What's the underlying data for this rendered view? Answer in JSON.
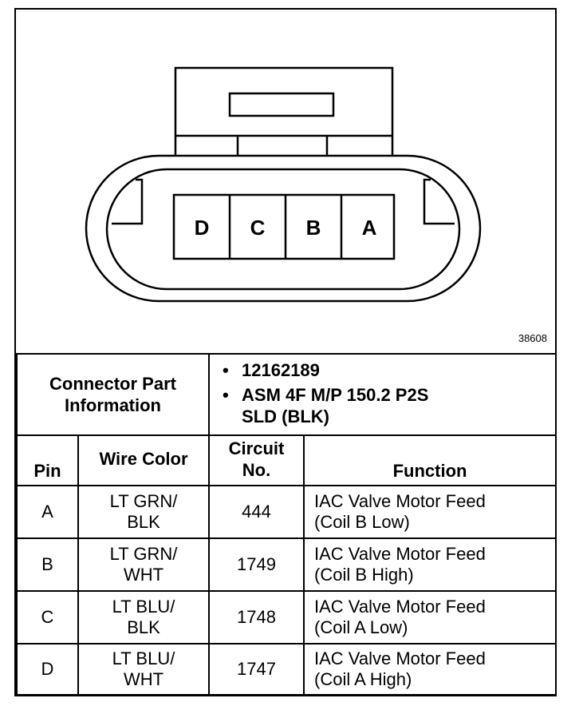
{
  "diagram": {
    "id_label": "38608",
    "pins": [
      "D",
      "C",
      "B",
      "A"
    ]
  },
  "connector_part_info": {
    "label_line1": "Connector Part",
    "label_line2": "Information",
    "items": [
      [
        "12162189"
      ],
      [
        "ASM 4F M/P 150.2 P2S",
        "SLD (BLK)"
      ]
    ]
  },
  "headers": {
    "pin": "Pin",
    "wire_color": "Wire Color",
    "circuit_line1": "Circuit",
    "circuit_line2": "No.",
    "function": "Function"
  },
  "rows": [
    {
      "pin": "A",
      "wire1": "LT GRN/",
      "wire2": "BLK",
      "circuit": "444",
      "func1": "IAC Valve Motor Feed",
      "func2": "(Coil B Low)"
    },
    {
      "pin": "B",
      "wire1": "LT GRN/",
      "wire2": "WHT",
      "circuit": "1749",
      "func1": "IAC Valve Motor Feed",
      "func2": "(Coil B High)"
    },
    {
      "pin": "C",
      "wire1": "LT BLU/",
      "wire2": "BLK",
      "circuit": "1748",
      "func1": "IAC Valve Motor Feed",
      "func2": "(Coil A Low)"
    },
    {
      "pin": "D",
      "wire1": "LT BLU/",
      "wire2": "WHT",
      "circuit": "1747",
      "func1": "IAC Valve Motor Feed",
      "func2": "(Coil A High)"
    }
  ]
}
